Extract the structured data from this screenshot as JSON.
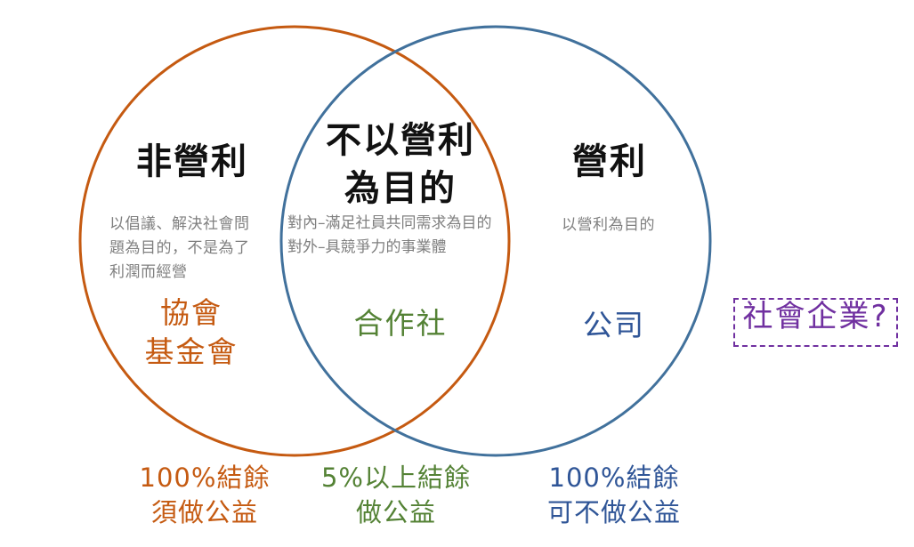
{
  "colors": {
    "nonprofit": "#c55a11",
    "mixed": "#548235",
    "forprofit": "#2f5597",
    "circle_left": "#c55a11",
    "circle_right": "#41719c",
    "question": "#7030a0"
  },
  "left": {
    "title": "非營利",
    "desc_lines": [
      "以倡議、解決社會問",
      "題為目的，不是為了",
      "利潤而經營"
    ],
    "orgs": [
      "協會",
      "基金會"
    ],
    "footer": [
      "100%結餘",
      "須做公益"
    ]
  },
  "middle": {
    "title": [
      "不以營利",
      "為目的"
    ],
    "desc_lines": [
      "對內–滿足社員共同需求為目的",
      "對外–具競爭力的事業體"
    ],
    "org": "合作社",
    "footer": [
      "5%以上結餘",
      "做公益"
    ]
  },
  "right": {
    "title": "營利",
    "desc": "以營利為目的",
    "org": "公司",
    "footer": [
      "100%結餘",
      "可不做公益"
    ]
  },
  "question_box": {
    "label": "社會企業?"
  }
}
